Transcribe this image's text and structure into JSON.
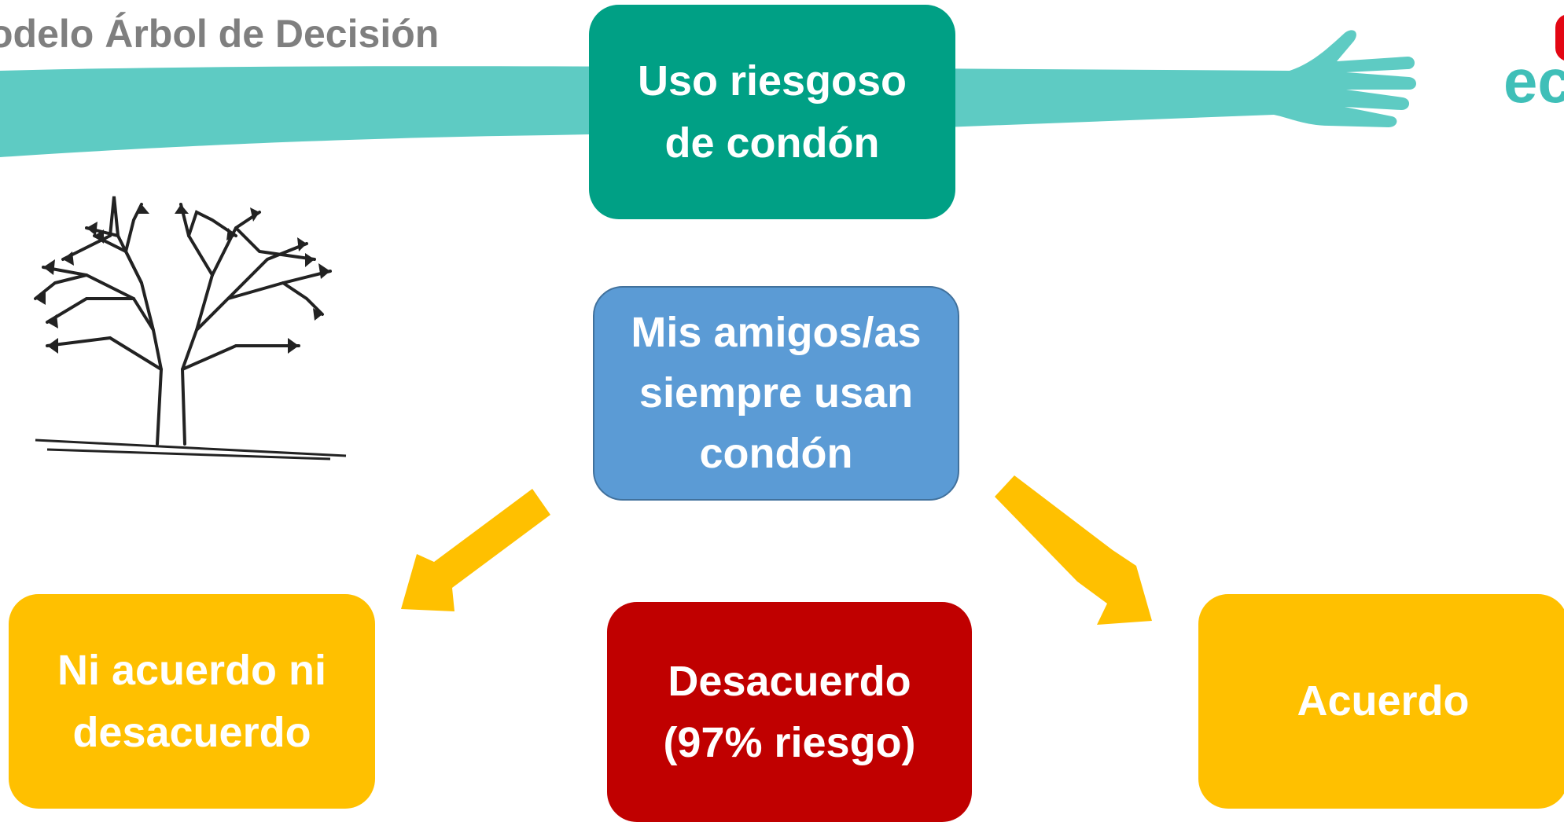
{
  "slide": {
    "title": "odelo Árbol de Decisión",
    "logo_partial_text": "ec"
  },
  "nodes": {
    "root": "Uso riesgoso\nde condón",
    "question": "Mis amigos/as\nsiempre usan\ncondón",
    "left": "Ni acuerdo ni\ndesacuerdo",
    "middle": "Desacuerdo\n(97% riesgo)",
    "right": "Acuerdo"
  },
  "colors": {
    "teal_arm": "#5ecbc3",
    "root_box": "#00a085",
    "question_box": "#5b9bd5",
    "neutral_box": "#ffc000",
    "risk_box": "#c00000",
    "arrow": "#ffc000",
    "title": "#7f7f7f",
    "logo_text": "#3fbfb8",
    "logo_mark": "#e30613"
  },
  "decorations": {
    "illustration": "tree-with-arrow-branches-icon",
    "banner": "outstretched-arm-icon"
  }
}
